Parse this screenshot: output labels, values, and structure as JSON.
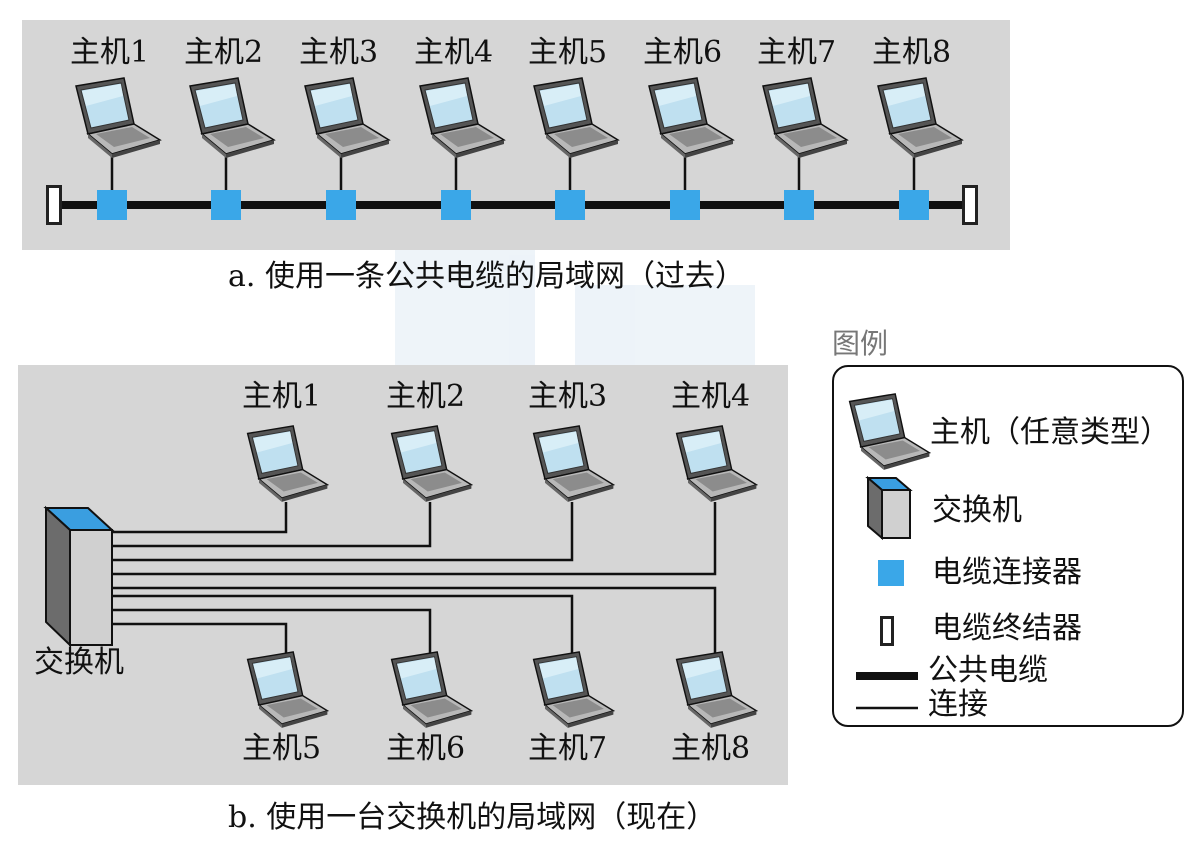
{
  "diagram_a": {
    "caption": "a. 使用一条公共电缆的局域网（过去）",
    "hosts": [
      "主机1",
      "主机2",
      "主机3",
      "主机4",
      "主机5",
      "主机6",
      "主机7",
      "主机8"
    ]
  },
  "diagram_b": {
    "caption": "b. 使用一台交换机的局域网（现在）",
    "switch_label": "交换机",
    "top_hosts": [
      "主机1",
      "主机2",
      "主机3",
      "主机4"
    ],
    "bottom_hosts": [
      "主机5",
      "主机6",
      "主机7",
      "主机8"
    ]
  },
  "legend": {
    "title": "图例",
    "host": "主机（任意类型）",
    "switch": "交换机",
    "connector": "电缆连接器",
    "terminator": "电缆终结器",
    "shared_cable": "公共电缆",
    "link": "连接"
  },
  "colors": {
    "panel": "#d6d6d6",
    "connector": "#3aa7e8",
    "switch_top": "#3a9ee0",
    "screen": "#bfe0f0"
  },
  "icons": {
    "host": "laptop-icon",
    "switch": "switch-icon"
  }
}
